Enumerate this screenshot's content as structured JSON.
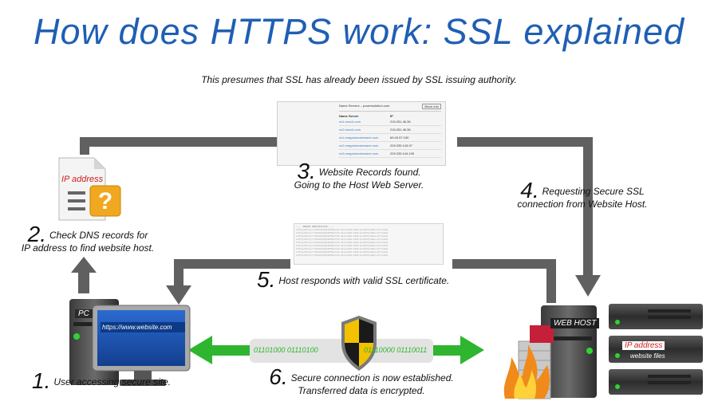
{
  "title": "How does HTTPS work: SSL explained",
  "subtitle": "This presumes that SSL has already been issued by SSL issuing authority.",
  "steps": {
    "s1": {
      "num": "1.",
      "text": "User accessing secure site."
    },
    "s2": {
      "num": "2.",
      "line1": "Check DNS records for",
      "line2": "IP address to find website host."
    },
    "s3": {
      "num": "3.",
      "line1": "Website Records found.",
      "line2": "Going to the  Host Web Server."
    },
    "s4": {
      "num": "4.",
      "line1": "Requesting Secure SSL",
      "line2": "connection from Website Host."
    },
    "s5": {
      "num": "5.",
      "text": "Host responds with valid SSL certificate."
    },
    "s6": {
      "num": "6.",
      "line1": "Secure connection is now established.",
      "line2": "Transferred data is encrypted."
    }
  },
  "doc_label": "IP address",
  "pc_label": "PC",
  "url_text": "https://www.website.com",
  "binary_left": "01101000 01110100",
  "binary_right": "01110000 01110011",
  "webhost_label": "WEB HOST",
  "server_ip_label": "IP address",
  "server_files_label": "website files",
  "dns": {
    "header": "Name Servers – powersolution.com",
    "button": "Block Info",
    "col1": "Name Server",
    "col2": "IP",
    "rows": [
      {
        "ns": "ns1.rescol.com",
        "ip": "216.251.46.36"
      },
      {
        "ns": "ns2.rescol.com",
        "ip": "216.251.46.36"
      },
      {
        "ns": "ns1.megadomainname.com",
        "ip": "69.49.57.150"
      },
      {
        "ns": "ns2.megadomainname.com",
        "ip": "209.235.143.97"
      },
      {
        "ns": "ns3.megadomainname.com",
        "ip": "209.235.144.105"
      }
    ]
  },
  "cert_text": "-----BEGIN CERTIFICATE-----",
  "colors": {
    "title": "#1f5fb3",
    "arrow_gray": "#606060",
    "arrow_green": "#2fb52f",
    "screen_blue": "#1f56b8",
    "ip_red": "#cc1f1f"
  }
}
